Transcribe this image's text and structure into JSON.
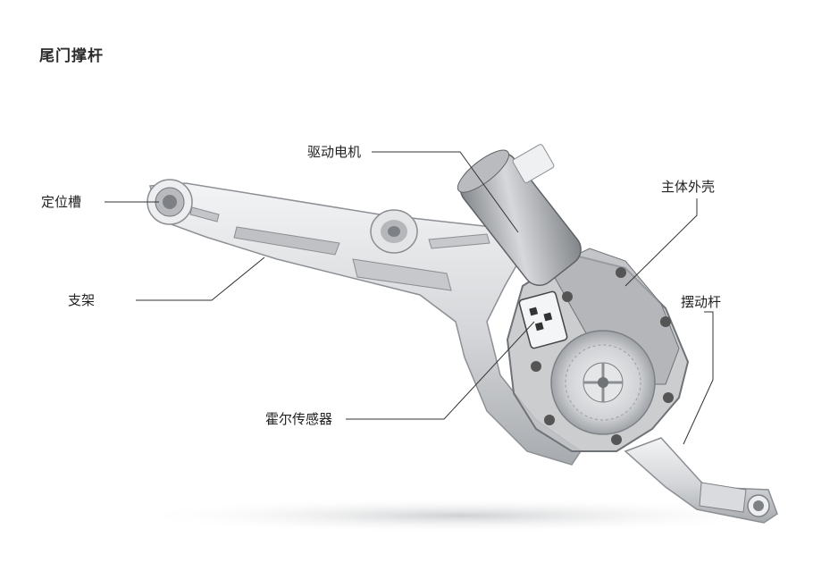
{
  "title": "尾门撑杆",
  "labels": {
    "locating_slot": "定位槽",
    "bracket": "支架",
    "drive_motor": "驱动电机",
    "housing": "主体外壳",
    "swing_arm": "摆动杆",
    "hall_sensor": "霍尔传感器"
  },
  "colors": {
    "leader_line": "#333333",
    "metal_light": "#e9eaec",
    "metal_mid": "#c9cbce",
    "metal_dark": "#8f9296",
    "housing_tint": "#9da0a4"
  }
}
